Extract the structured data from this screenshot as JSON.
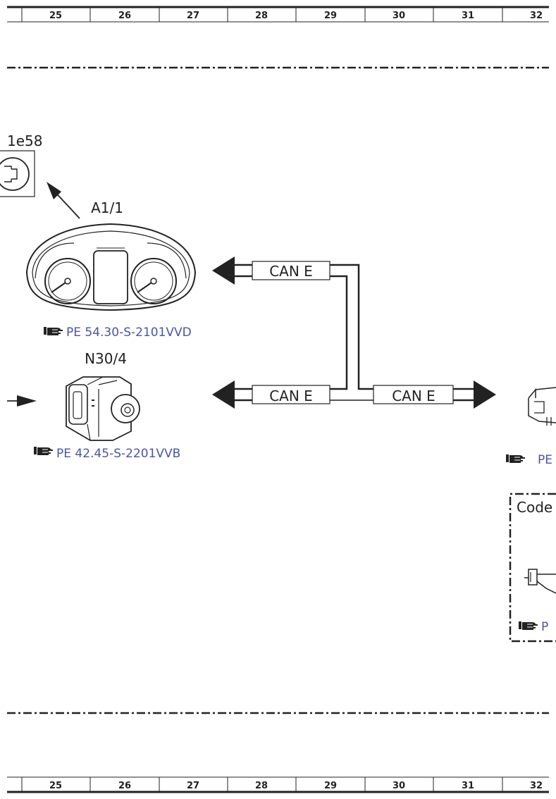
{
  "grid": {
    "columns": [
      "25",
      "26",
      "27",
      "28",
      "29",
      "30",
      "31",
      "32"
    ]
  },
  "components": {
    "top_left_label": "1e58",
    "cluster": {
      "label": "A1/1",
      "ref": "PE 54.30-S-2101VVD",
      "icon": "instrument-cluster-icon"
    },
    "esp_unit": {
      "label": "N30/4",
      "ref": "PE 42.45-S-2201VVB",
      "icon": "esp-control-unit-icon"
    },
    "right_ref_partial": "PE",
    "code_box": {
      "label_partial": "Code",
      "ref_partial": "P"
    }
  },
  "bus": {
    "can_top": "CAN E",
    "can_mid_left": "CAN E",
    "can_mid_right": "CAN E"
  },
  "icons": {
    "reference": "pointing-hand-icon"
  },
  "colors": {
    "line": "#222222",
    "reference_text": "#4a55a2"
  }
}
